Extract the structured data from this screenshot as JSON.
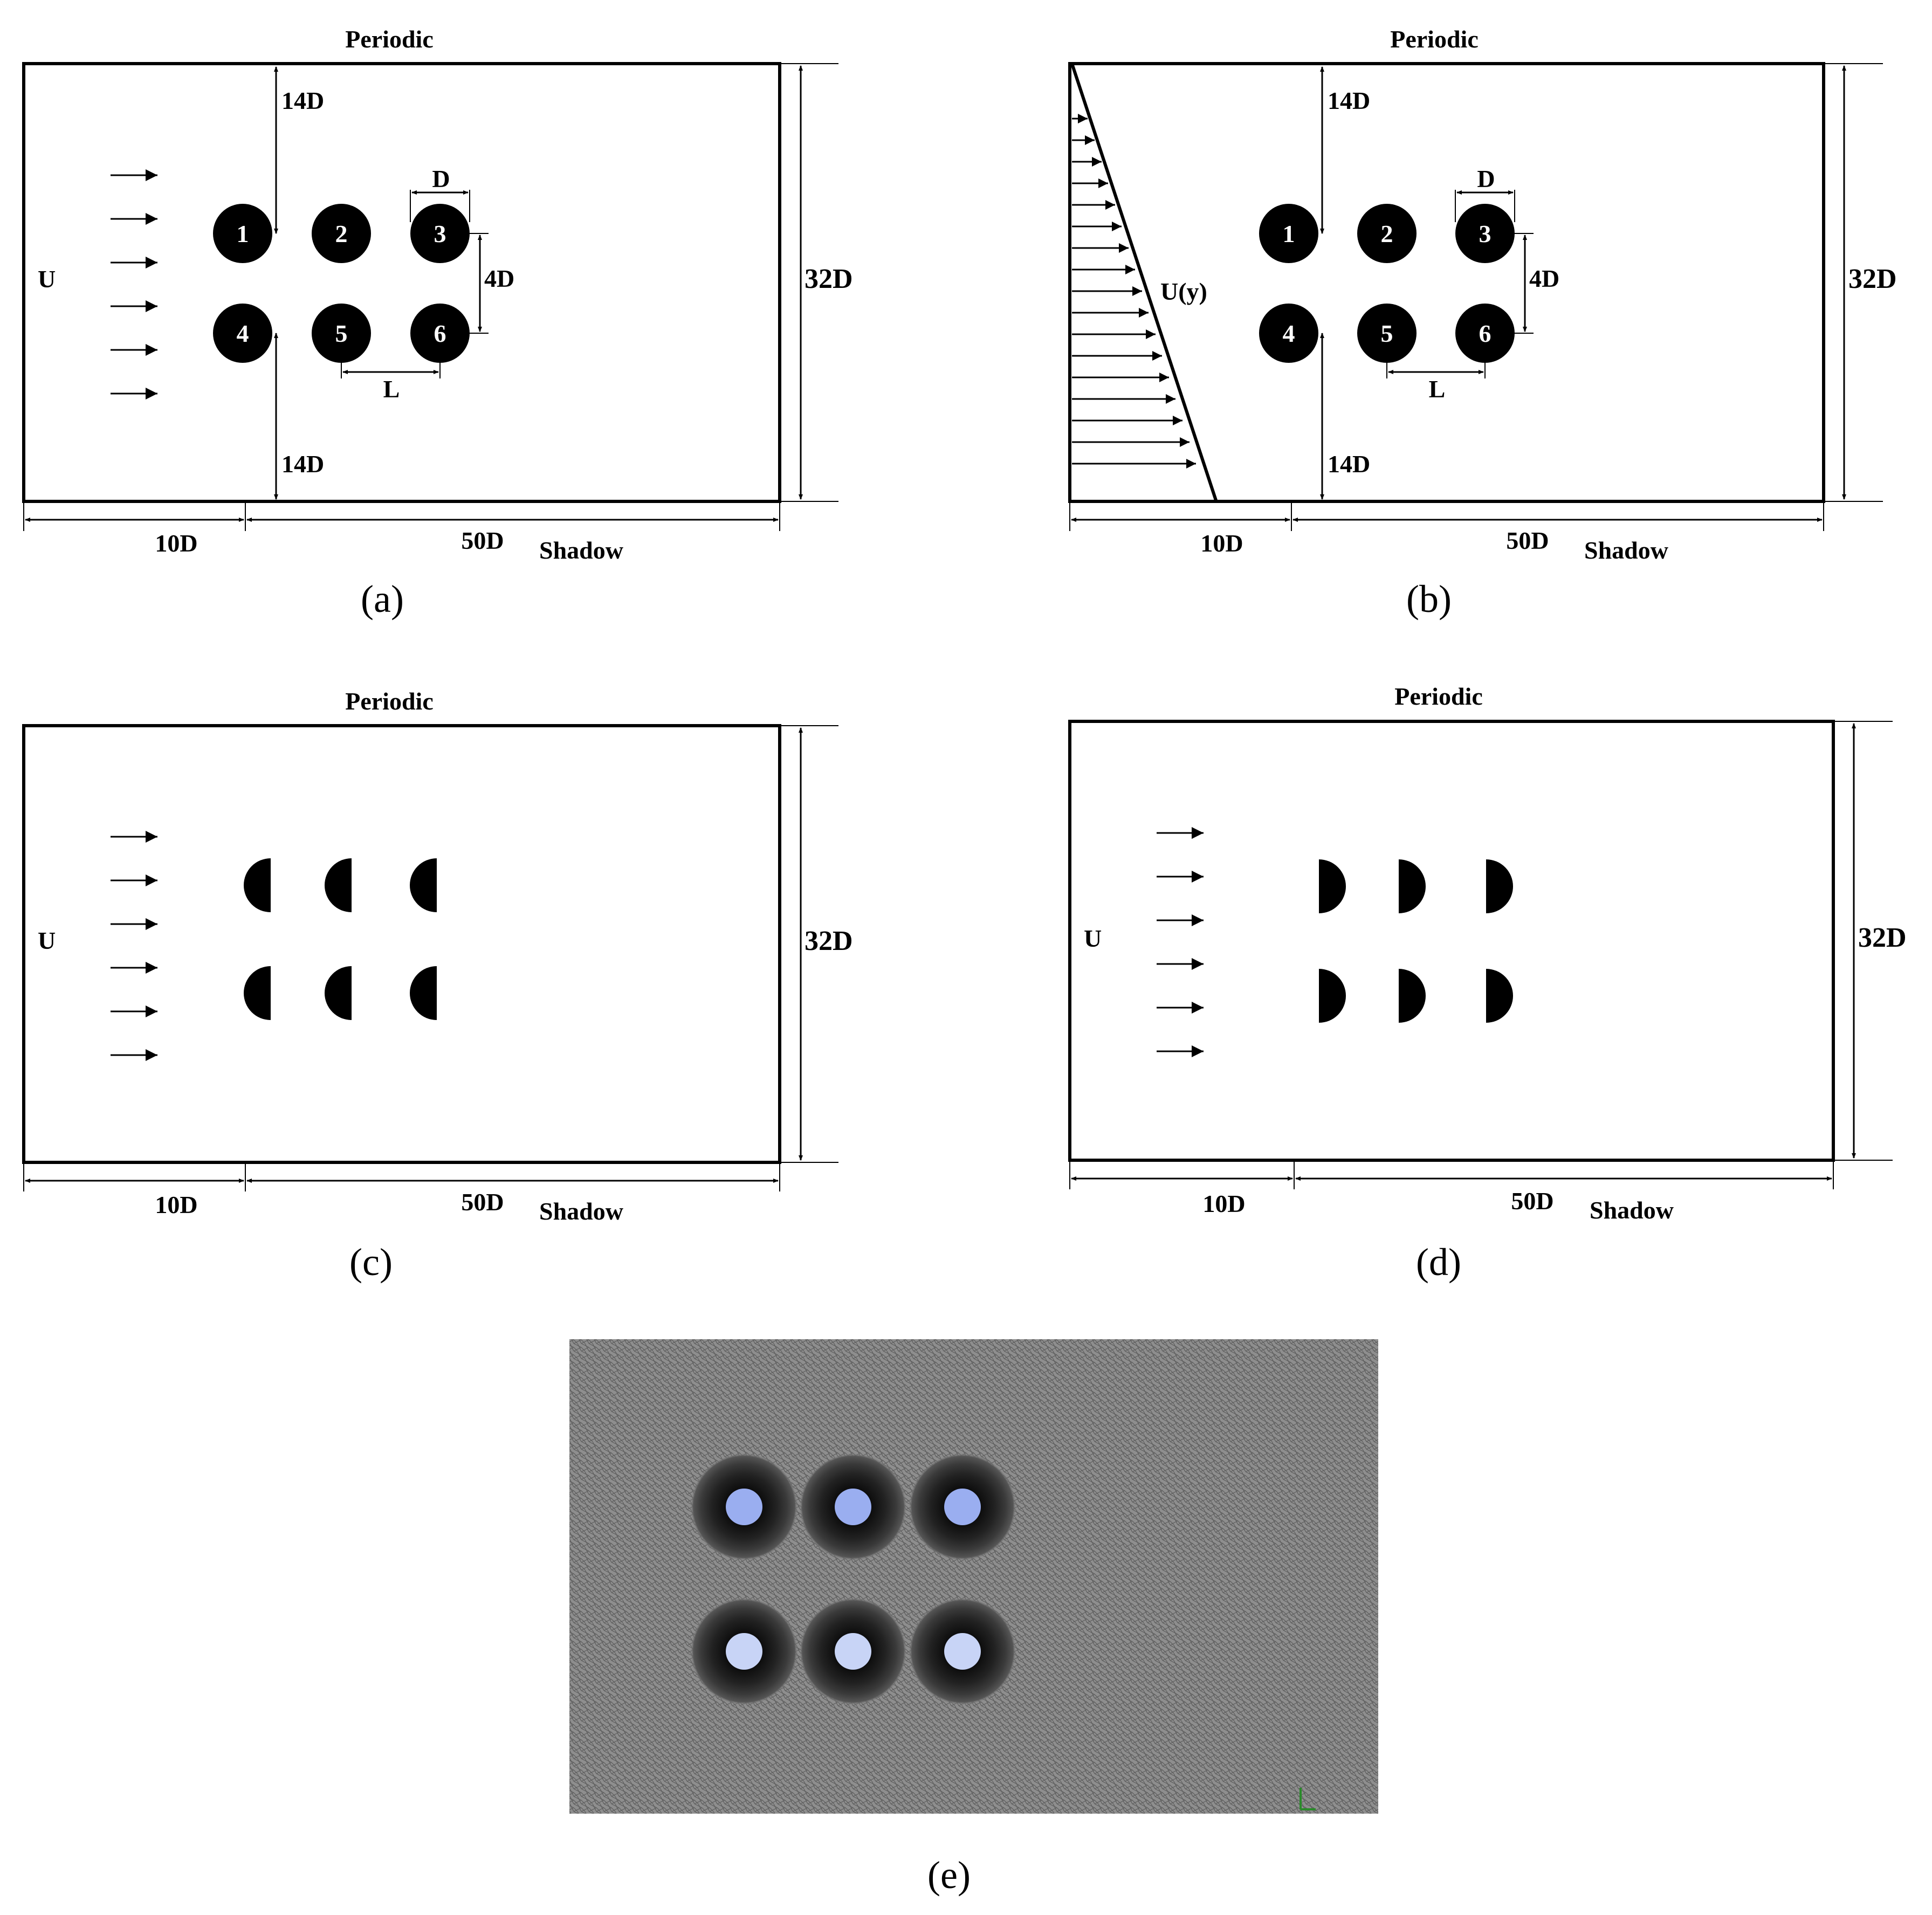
{
  "labels": {
    "periodic": "Periodic",
    "shadow": "Shadow",
    "u": "U",
    "uy": "U(y)",
    "d14": "14D",
    "d32": "32D",
    "d10": "10D",
    "d50": "50D",
    "d4": "4D",
    "d": "D",
    "l": "L"
  },
  "captions": [
    "(a)",
    "(b)",
    "(c)",
    "(d)",
    "(e)"
  ],
  "cylinder_numbers": [
    "1",
    "2",
    "3",
    "4",
    "5",
    "6"
  ],
  "colors": {
    "line": "#000000",
    "mesh_background": "#8e8e8e",
    "cylinder_top": "#9aaef0",
    "cylinder_bottom": "#c8d4f6"
  }
}
